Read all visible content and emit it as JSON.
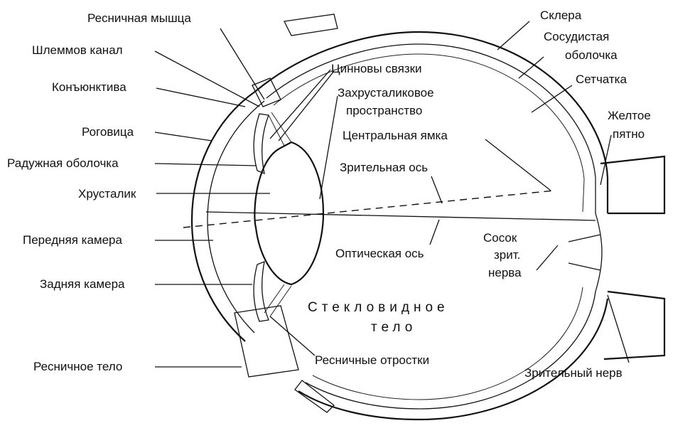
{
  "labels": {
    "ciliary_muscle": "Ресничная мышца",
    "schlemm_canal": "Шлеммов канал",
    "conjunctiva": "Конъюнктива",
    "cornea": "Роговица",
    "iris": "Радужная оболочка",
    "lens": "Хрусталик",
    "anterior_chamber": "Передняя камера",
    "posterior_chamber": "Задняя камера",
    "ciliary_body": "Ресничное тело",
    "zonule": "Цинновы связки",
    "retrolental_1": "Захрусталиковое",
    "retrolental_2": "пространство",
    "fovea": "Центральная ямка",
    "visual_axis": "Зрительная ось",
    "optical_axis": "Оптическая ось",
    "vitreous_1": "Стекловидное",
    "vitreous_2": "тело",
    "ciliary_processes": "Ресничные отростки",
    "sclera": "Склера",
    "choroid_1": "Сосудистая",
    "choroid_2": "оболочка",
    "retina": "Сетчатка",
    "macula_1": "Желтое",
    "macula_2": "пятно",
    "papilla_1": "Сосок",
    "papilla_2": "зрит.",
    "papilla_3": "нерва",
    "optic_nerve": "Зрительный нерв"
  }
}
